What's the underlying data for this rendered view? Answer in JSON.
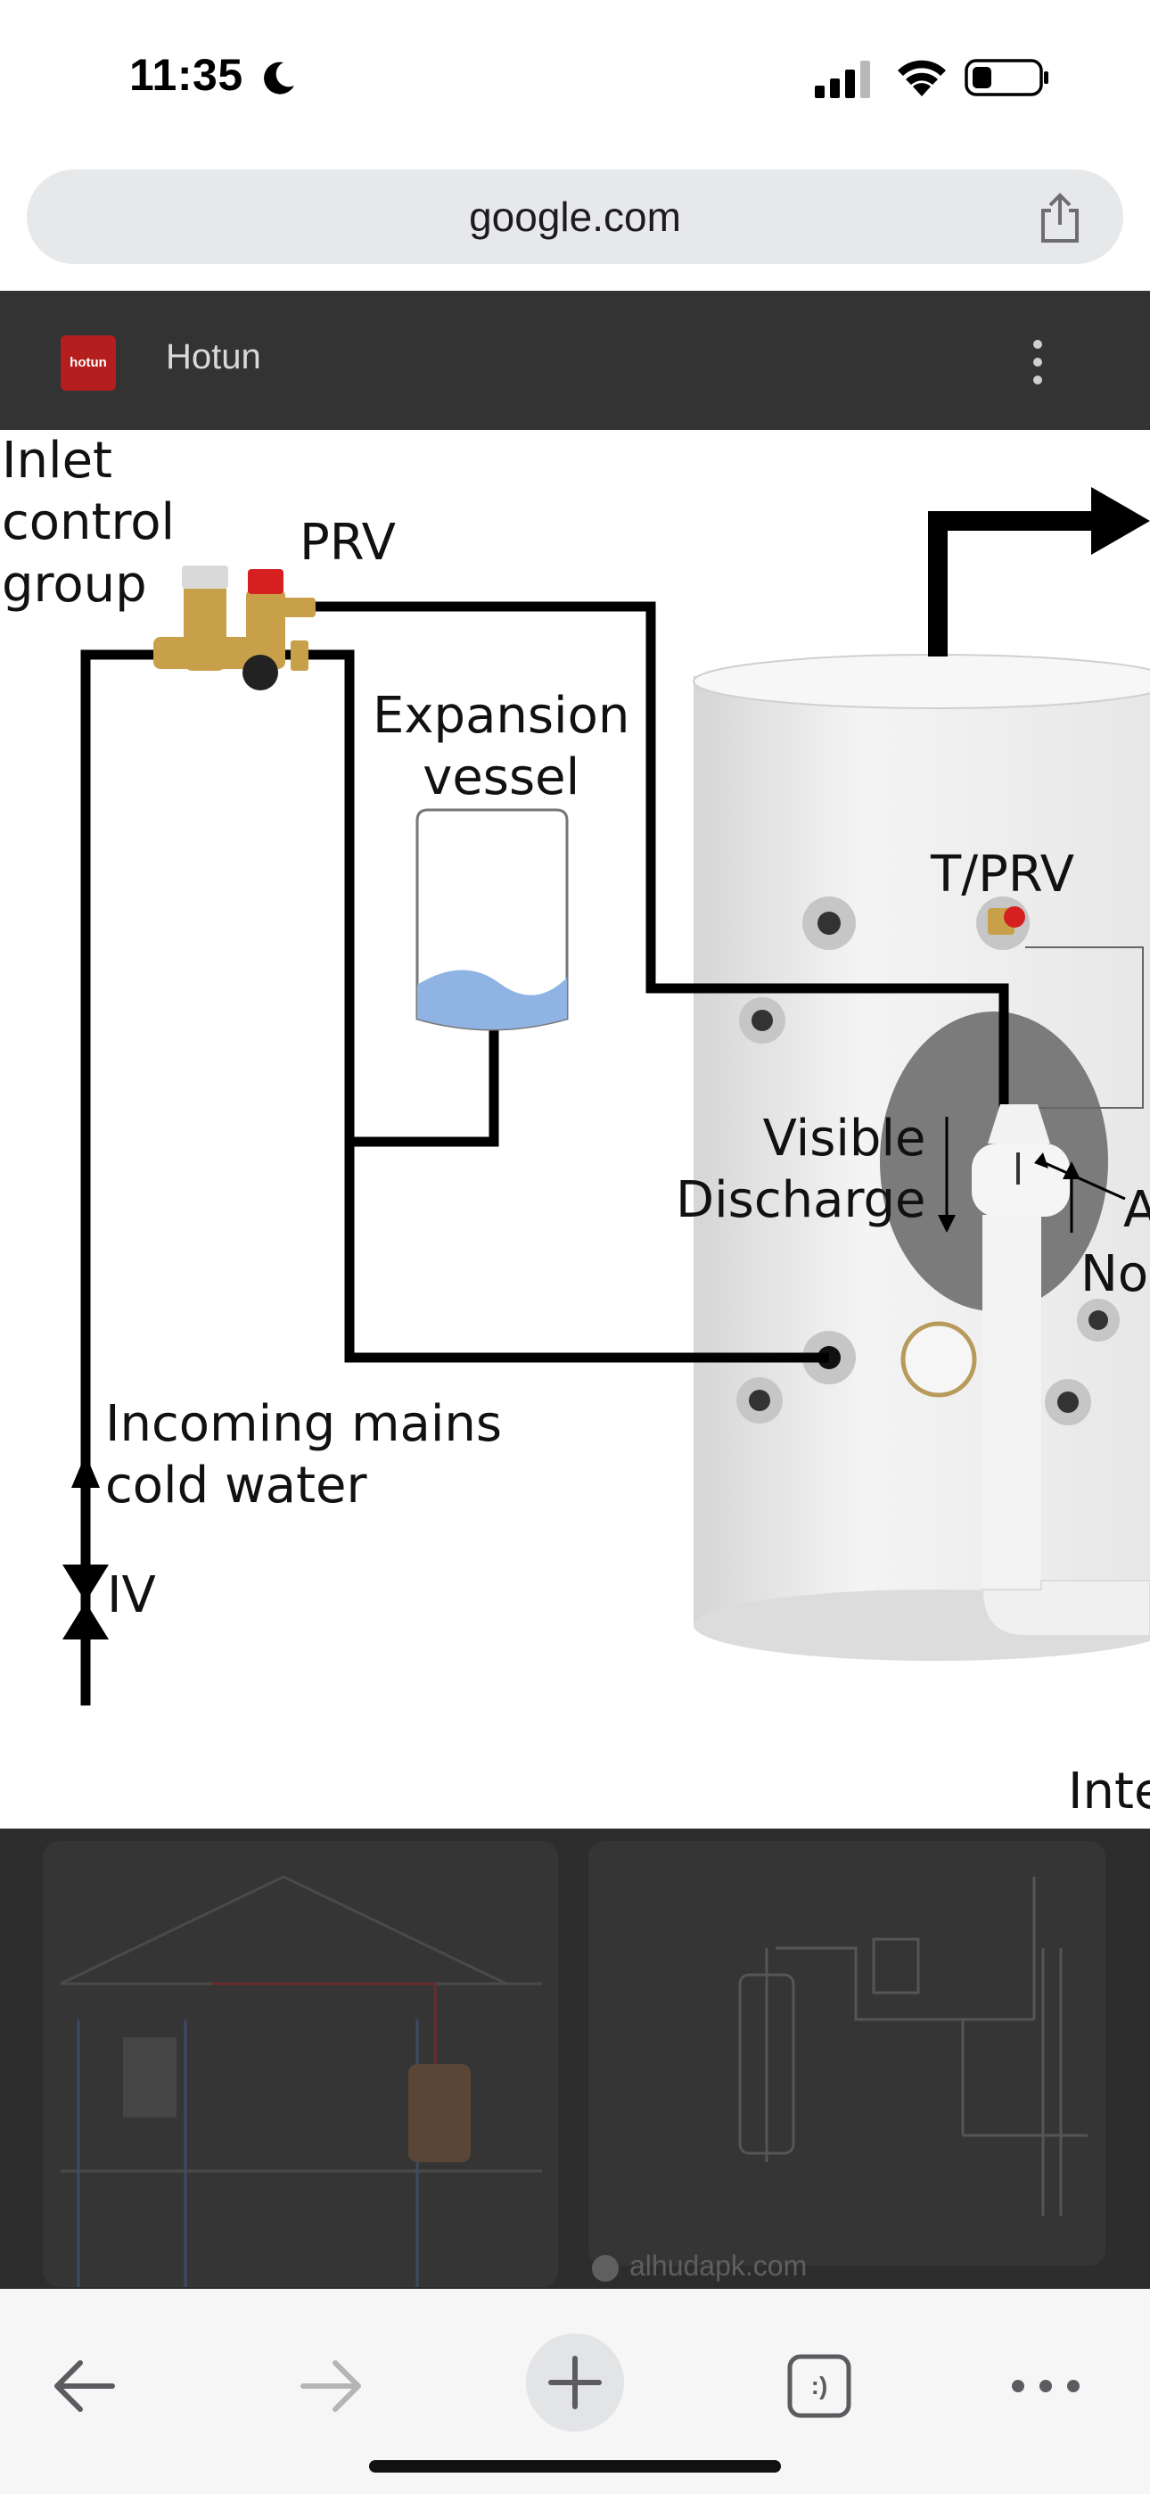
{
  "status_bar": {
    "time": "11:35",
    "icons": [
      "moon-icon",
      "signal-icon",
      "wifi-icon",
      "battery-icon"
    ]
  },
  "url_bar": {
    "url": "google.com",
    "share_icon": "share-icon"
  },
  "site_header": {
    "logo_text": "hotun",
    "site_name": "Hotun",
    "menu_icon": "more-vert-icon"
  },
  "diagram": {
    "labels": {
      "inlet_control_group": "Inlet\ncontrol\ngroup",
      "prv": "PRV",
      "expansion_vessel": "Expansion\nvessel",
      "t_prv": "T/PRV",
      "visible_discharge": "Visible\nDischarge",
      "a_partial": "A",
      "no_partial": "No",
      "incoming_mains": "Incoming mains\ncold water",
      "iv": "IV",
      "inte_partial": "Inte"
    },
    "colors": {
      "pipe": "#000000",
      "water": "#8fb4e3",
      "cylinder": "#ededed",
      "brass": "#c8a04a",
      "relief_red": "#d62020"
    }
  },
  "results": {
    "source": "alhudapk.com"
  },
  "toolbar": {
    "buttons": [
      "back-button",
      "forward-button",
      "new-tab-button",
      "tabs-button",
      "menu-button"
    ],
    "tabs_glyph": ":)"
  }
}
